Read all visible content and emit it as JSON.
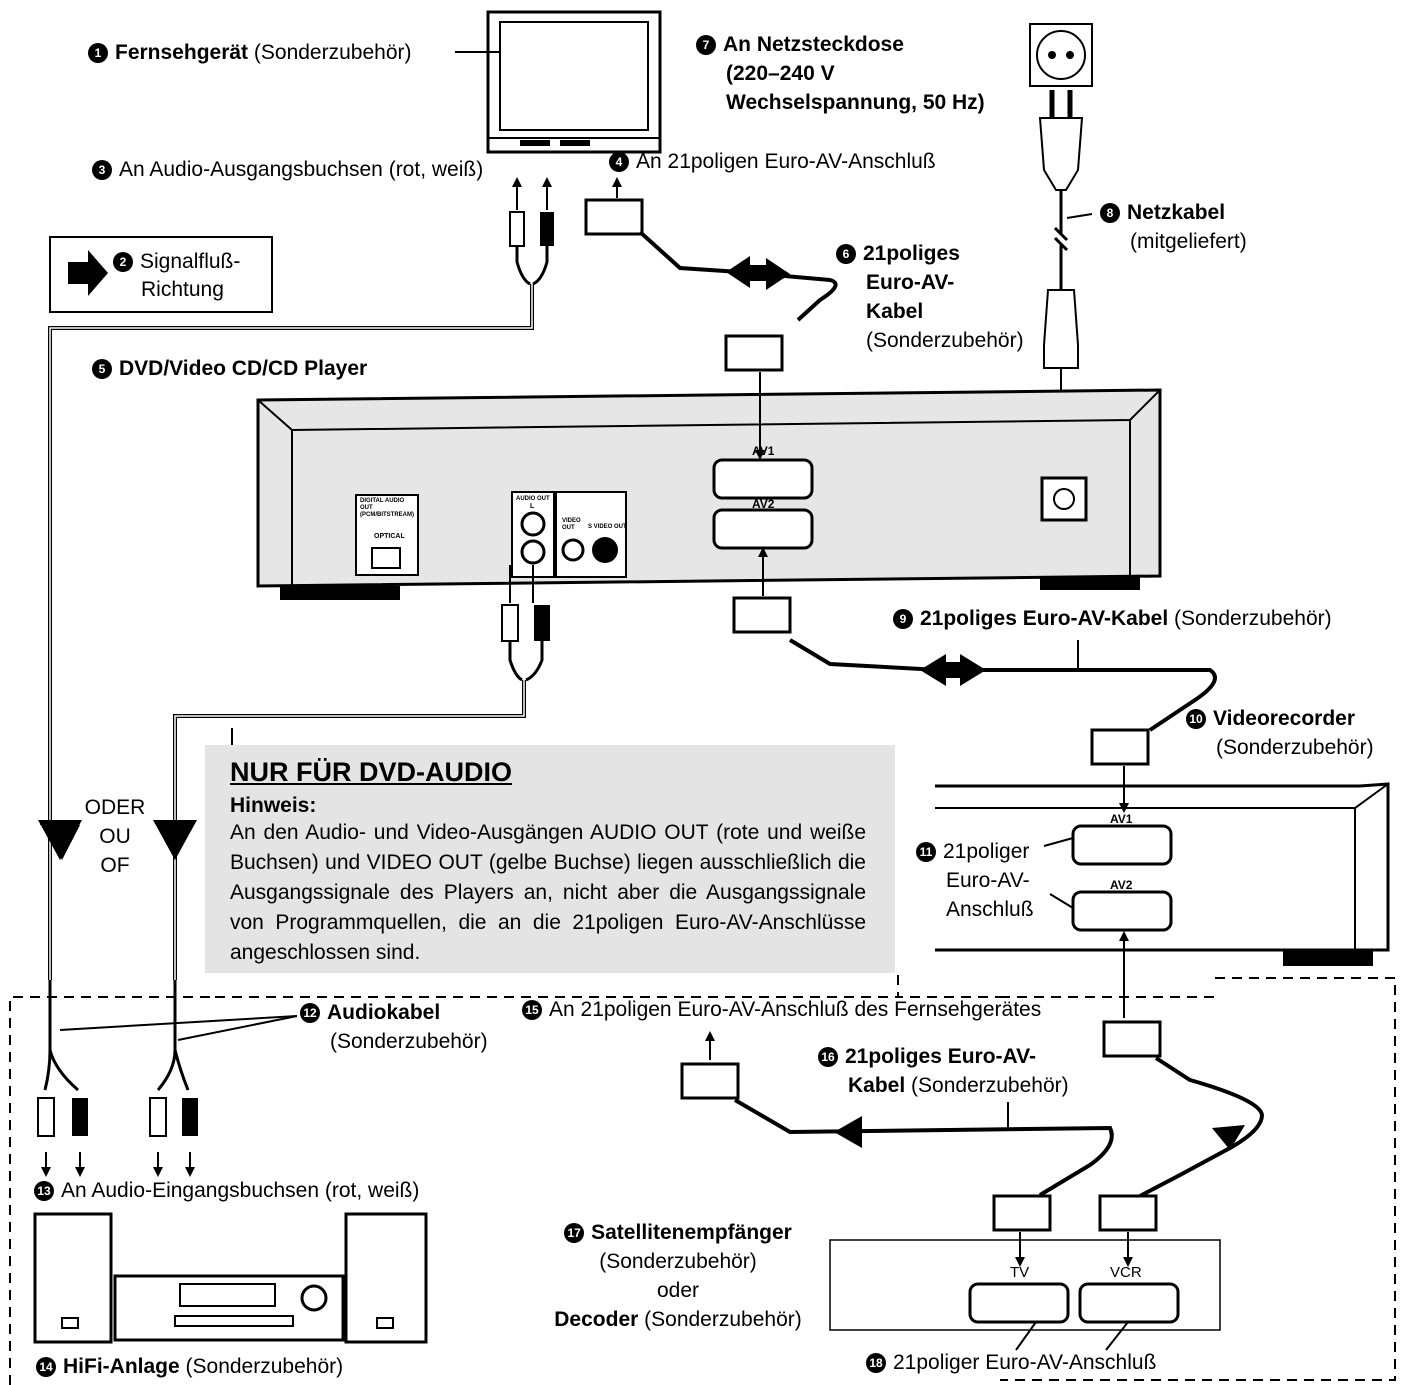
{
  "labels": {
    "tv": {
      "num": "1",
      "title": "Fernsehgerät",
      "note": "(Sonderzubehör)"
    },
    "signal_flow": {
      "num": "2",
      "line1": "Signalfluß-",
      "line2": "Richtung"
    },
    "audio_out_jacks": {
      "num": "3",
      "text": "An Audio-Ausgangsbuchsen (rot, weiß)"
    },
    "scart_tv": {
      "num": "4",
      "text": "An 21poligen Euro-AV-Anschluß"
    },
    "player": {
      "num": "5",
      "text": "DVD/Video CD/CD Player"
    },
    "scart_cable_tv": {
      "num": "6",
      "line1": "21poliges",
      "line2": "Euro-AV-",
      "line3": "Kabel",
      "note": "(Sonderzubehör)"
    },
    "mains": {
      "num": "7",
      "line1": "An Netzsteckdose",
      "line2": "(220–240 V",
      "line3": "Wechselspannung, 50 Hz)"
    },
    "power_cable": {
      "num": "8",
      "title": "Netzkabel",
      "note": "(mitgeliefert)"
    },
    "scart_cable_vcr": {
      "num": "9",
      "title": "21poliges Euro-AV-Kabel",
      "note": "(Sonderzubehör)"
    },
    "vcr": {
      "num": "10",
      "title": "Videorecorder",
      "note": "(Sonderzubehör)"
    },
    "vcr_scart": {
      "num": "11",
      "line1": "21poliger",
      "line2": "Euro-AV-",
      "line3": "Anschluß"
    },
    "audio_cable": {
      "num": "12",
      "title": "Audiokabel",
      "note": "(Sonderzubehör)"
    },
    "audio_in_jacks": {
      "num": "13",
      "text": "An Audio-Eingangsbuchsen (rot, weiß)"
    },
    "hifi": {
      "num": "14",
      "title": "HiFi-Anlage",
      "note": "(Sonderzubehör)"
    },
    "scart_tv_sat": {
      "num": "15",
      "text": "An 21poligen Euro-AV-Anschluß des Fernsehgerätes"
    },
    "scart_cable_sat": {
      "num": "16",
      "line1": "21poliges Euro-AV-",
      "line2b": "Kabel",
      "note": "(Sonderzubehör)"
    },
    "satellite": {
      "num": "17",
      "title": "Satellitenempfänger",
      "note": "(Sonderzubehör)",
      "or": "oder",
      "title2": "Decoder",
      "note2": "(Sonderzubehör)"
    },
    "sat_scart": {
      "num": "18",
      "text": "21poliger Euro-AV-Anschluß"
    }
  },
  "alternatives": [
    "ODER",
    "OU",
    "OF"
  ],
  "note_box": {
    "title": "NUR FÜR DVD-AUDIO",
    "subtitle": "Hinweis:",
    "body": "An den Audio- und Video-Ausgängen AUDIO OUT (rote und weiße Buchsen) und VIDEO OUT (gelbe Buchse) liegen ausschließlich die Ausgangssignale des Players an, nicht aber die Ausgangssignale von Programmquellen, die an die 21poligen Euro-AV-Anschlüsse angeschlossen sind."
  },
  "ports": {
    "player_av1": "AV1",
    "player_av2": "AV2",
    "player_digital": "DIGITAL AUDIO OUT (PCM/BITSTREAM)",
    "player_optical": "OPTICAL",
    "player_audio_out": "AUDIO OUT",
    "player_audio_l": "L",
    "player_video_out": "VIDEO OUT",
    "player_svideo": "S VIDEO OUT",
    "vcr_av1": "AV1",
    "vcr_av2": "AV2",
    "sat_tv": "TV",
    "sat_vcr": "VCR"
  }
}
